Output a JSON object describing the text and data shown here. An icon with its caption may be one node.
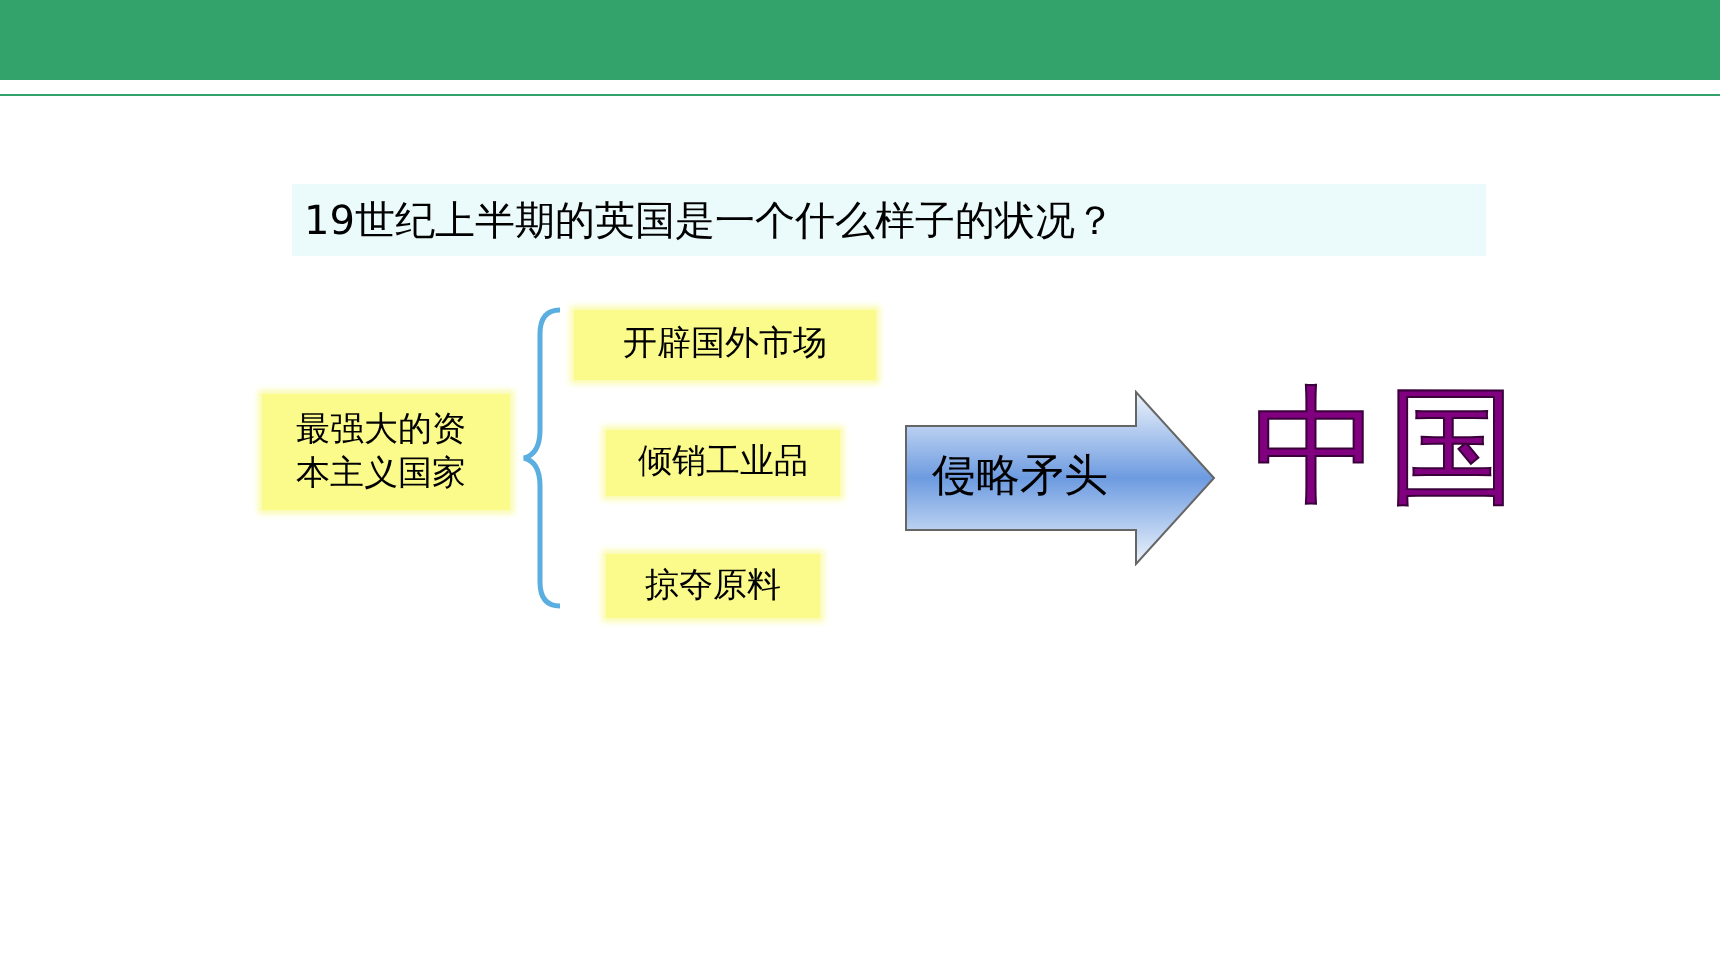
{
  "diagram": {
    "title": "19世纪上半期的英国是一个什么样子的状况？",
    "nodes": [
      {
        "text": [
          "最强大的资本主义国家"
        ]
      },
      {
        "text": [
          "开辟国外市场"
        ]
      },
      {
        "text": [
          "倾销工业品"
        ]
      },
      {
        "text": [
          "掠夺原料"
        ]
      },
      {
        "text": [
          "侵略矛头"
        ]
      },
      {
        "text": [
          "中国"
        ]
      }
    ]
  }
}
